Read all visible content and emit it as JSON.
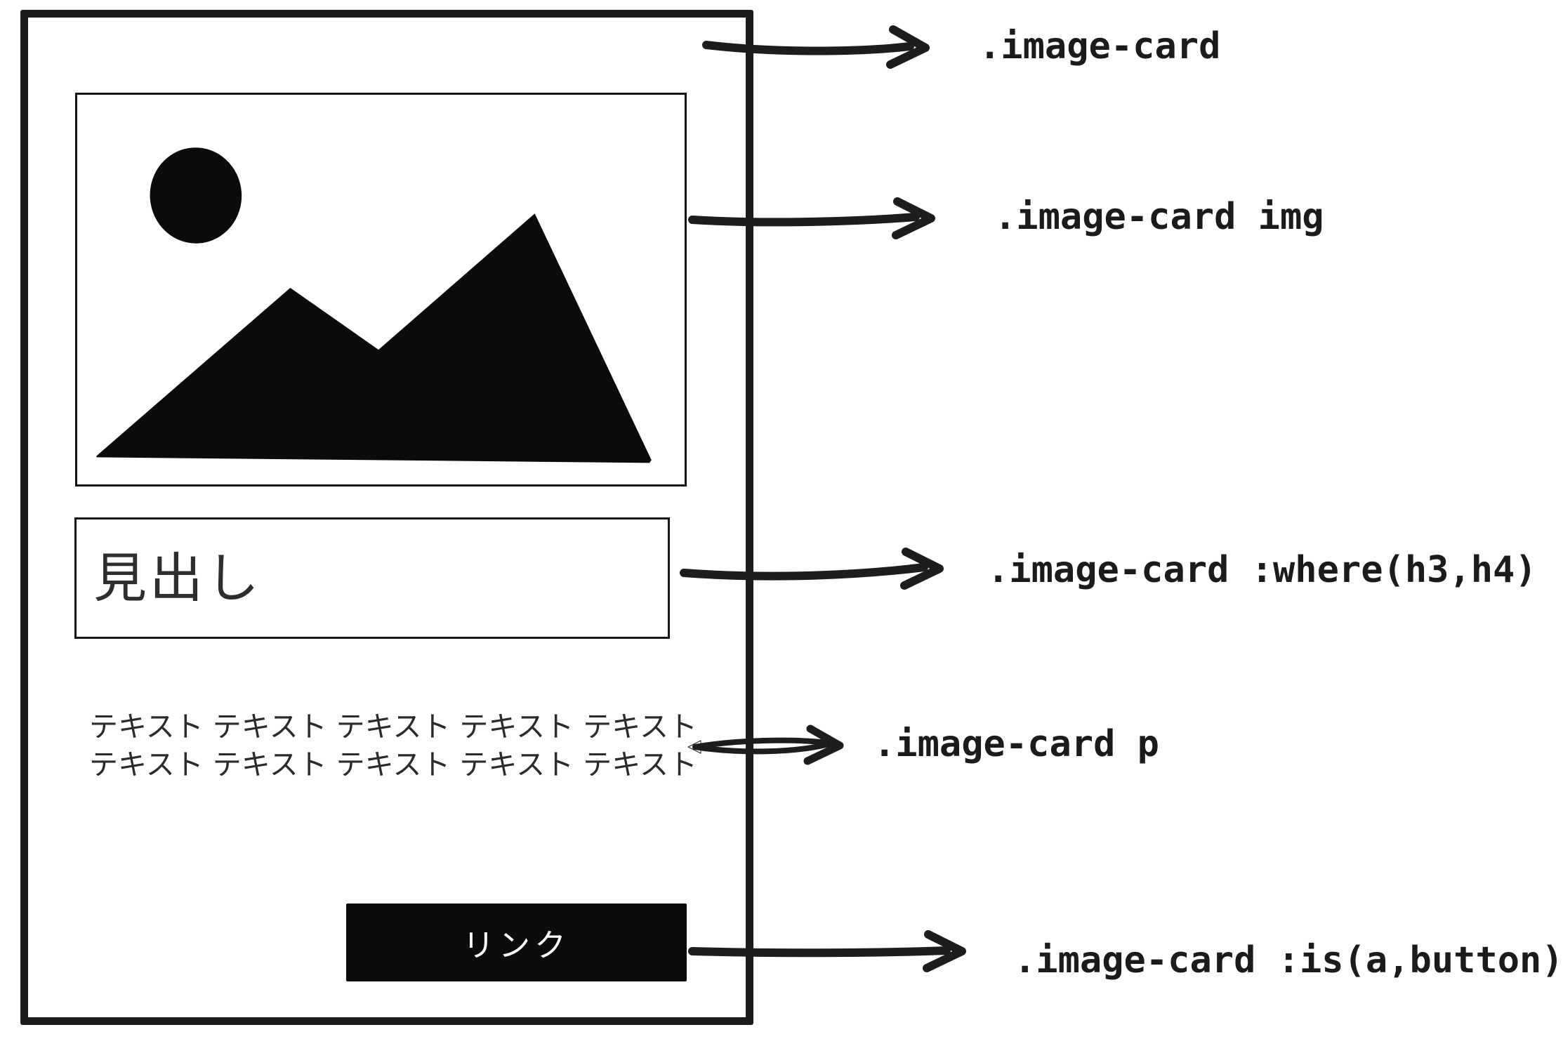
{
  "diagram": {
    "card": {
      "image_placeholder_icon": "image-placeholder-icon",
      "heading_text": "見出し",
      "paragraph": [
        "テキスト テキスト テキスト テキスト テキスト",
        "テキスト テキスト テキスト テキスト テキスト"
      ],
      "button_label": "リンク"
    },
    "annotations": [
      {
        "selector": ".image-card",
        "target": "card-frame"
      },
      {
        "selector": ".image-card img",
        "target": "image-box"
      },
      {
        "selector": ".image-card :where(h3,h4)",
        "target": "heading-box"
      },
      {
        "selector": ".image-card p",
        "target": "paragraph"
      },
      {
        "selector": ".image-card :is(a,button)",
        "target": "link-button"
      }
    ],
    "colors": {
      "ink": "#1c1c1c",
      "background": "#ffffff",
      "button_background": "#0c0c0c",
      "button_text": "#ffffff"
    }
  }
}
